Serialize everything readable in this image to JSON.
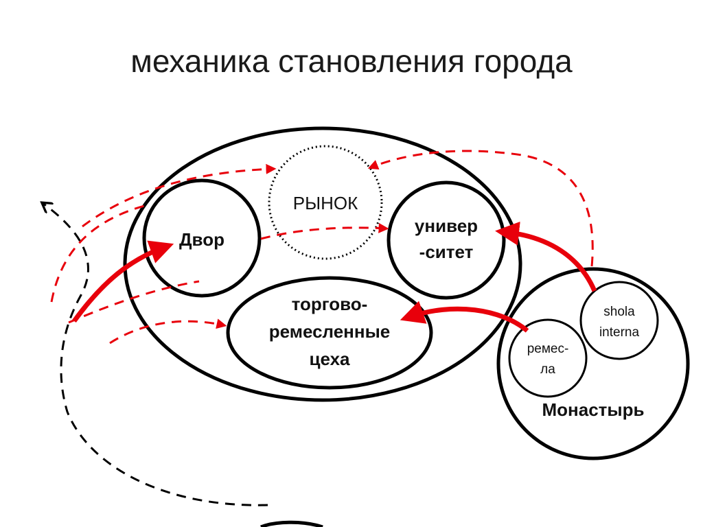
{
  "title": "механика становления города",
  "colors": {
    "outline": "#000000",
    "accent": "#e8000b",
    "dashed_red": "#e8000b",
    "dashed_black": "#000000"
  },
  "nodes": {
    "market": "РЫНОК",
    "court": "Двор",
    "university_line1": "универ",
    "university_line2": "-ситет",
    "guilds_line1": "торгово-",
    "guilds_line2": "ремесленные",
    "guilds_line3": "цеха",
    "monastery": "Монастырь",
    "crafts_line1": "ремес-",
    "crafts_line2": "ла",
    "shola_line1": "shola",
    "shola_line2": "interna"
  }
}
